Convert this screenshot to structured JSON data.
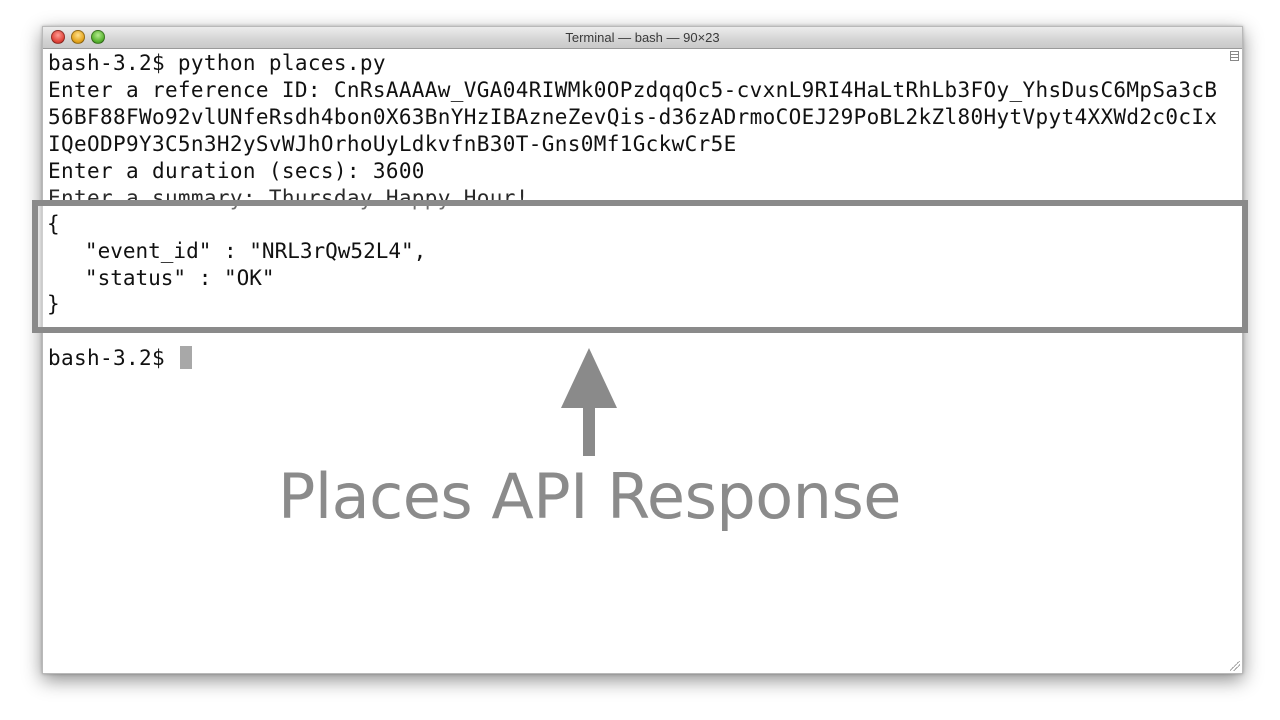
{
  "window": {
    "title": "Terminal — bash — 90×23"
  },
  "terminal": {
    "lines": [
      "bash-3.2$ python places.py",
      "Enter a reference ID: CnRsAAAAw_VGA04RIWMk0OPzdqqOc5-cvxnL9RI4HaLtRhLb3FOy_YhsDusC6MpSa3cB",
      "56BF88FWo92vlUNfeRsdh4bon0X63BnYHzIBAzneZevQis-d36zADrmoCOEJ29PoBL2kZl80HytVpyt4XXWd2c0cIx",
      "IQeODP9Y3C5n3H2ySvWJhOrhoUyLdkvfnB30T-Gns0Mf1GckwCr5E",
      "Enter a duration (secs): 3600",
      "Enter a summary: Thursday Happy Hour!"
    ],
    "json_response": [
      "{",
      "   \"event_id\" : \"NRL3rQw52L4\",",
      "   \"status\" : \"OK\"",
      "}"
    ],
    "prompt": "bash-3.2$ "
  },
  "annotation": {
    "caption": "Places API Response",
    "color": "#8a8a8a",
    "icon": "up-arrow-icon"
  }
}
